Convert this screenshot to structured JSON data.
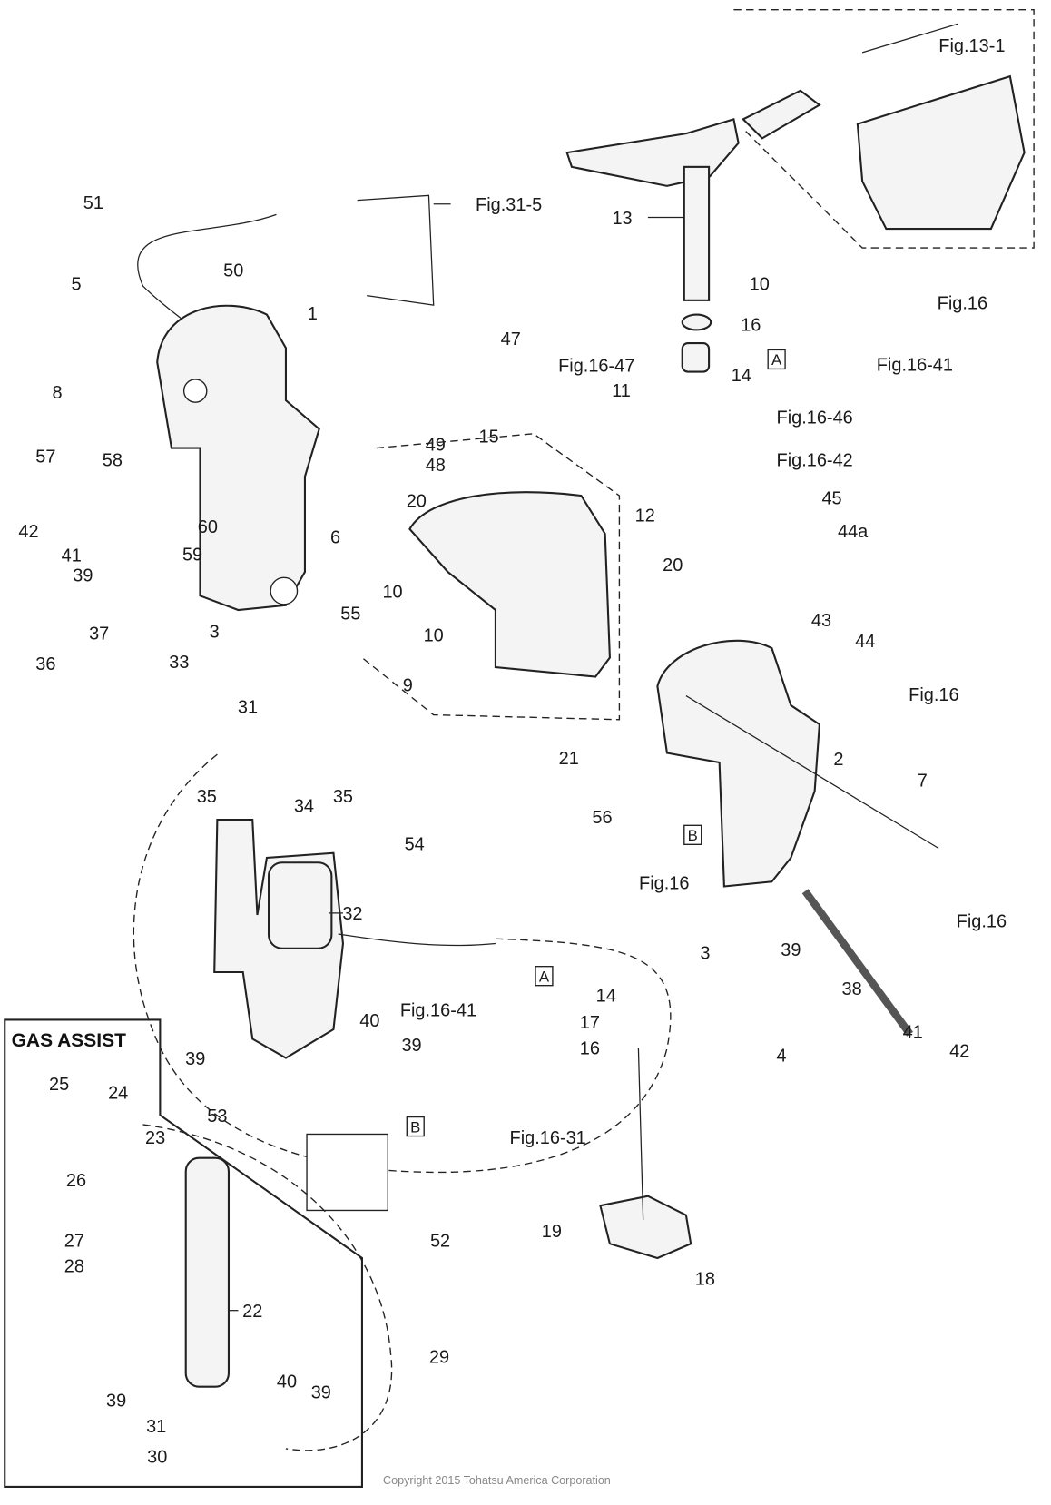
{
  "title": "",
  "inset_title": "GAS ASSIST",
  "copyright": "Copyright 2015 Tohatsu America Corporation",
  "callouts": [
    "51",
    "50",
    "5",
    "1",
    "47",
    "Fig.16-47",
    "8",
    "11",
    "49",
    "15",
    "Fig.16-46",
    "48",
    "57",
    "58",
    "Fig.16-42",
    "12",
    "20",
    "6",
    "60",
    "42",
    "59",
    "41",
    "39",
    "10",
    "20",
    "45",
    "44a",
    "43",
    "44",
    "3",
    "55",
    "37",
    "36",
    "33",
    "9",
    "Fig.16",
    "2",
    "31",
    "21",
    "7",
    "35",
    "34",
    "35",
    "56",
    "54",
    "Fig.16",
    "Fig.16",
    "32",
    "39",
    "3",
    "38",
    "Fig.16-41",
    "14",
    "17",
    "16",
    "41",
    "42",
    "4",
    "40",
    "39",
    "39",
    "25",
    "24",
    "53",
    "Fig.16-31",
    "23",
    "26",
    "27",
    "28",
    "52",
    "19",
    "18",
    "22",
    "29",
    "40",
    "39",
    "39",
    "31",
    "30",
    "Fig.31-5",
    "13",
    "Fig.13-1",
    "10",
    "Fig.16",
    "16",
    "Fig.16-41",
    "14",
    "10"
  ],
  "boxed_refs": [
    "A",
    "A",
    "B",
    "B"
  ]
}
